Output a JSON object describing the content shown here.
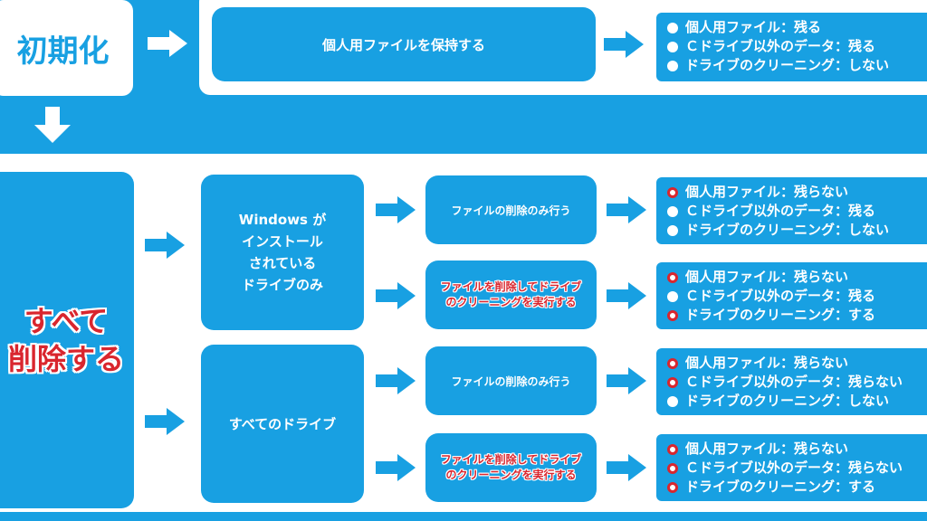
{
  "colors": {
    "blue": "#18a0e2",
    "red": "#d9262e",
    "white": "#ffffff"
  },
  "top": {
    "title": "初期化",
    "option": "個人用ファイルを保持する",
    "result": [
      {
        "marker": "filled",
        "text": "個人用ファイル：残る"
      },
      {
        "marker": "filled",
        "text": "Ｃドライブ以外のデータ：残る"
      },
      {
        "marker": "filled",
        "text": "ドライブのクリーニング：しない"
      }
    ]
  },
  "bottom": {
    "title_line1": "すべて",
    "title_line2": "削除する",
    "branch_a": {
      "label_lines": [
        "Windows が",
        "インストール",
        "されている",
        "ドライブのみ"
      ],
      "opt1": "ファイルの削除のみ行う",
      "opt2_line1": "ファイルを削除してドライブ",
      "opt2_line2": "のクリーニングを実行する",
      "result1": [
        {
          "marker": "ring",
          "text": "個人用ファイル：残らない"
        },
        {
          "marker": "filled",
          "text": "Ｃドライブ以外のデータ：残る"
        },
        {
          "marker": "filled",
          "text": "ドライブのクリーニング：しない"
        }
      ],
      "result2": [
        {
          "marker": "ring",
          "text": "個人用ファイル：残らない"
        },
        {
          "marker": "filled",
          "text": "Ｃドライブ以外のデータ：残る"
        },
        {
          "marker": "ring",
          "text": "ドライブのクリーニング：する"
        }
      ]
    },
    "branch_b": {
      "label": "すべてのドライブ",
      "opt1": "ファイルの削除のみ行う",
      "opt2_line1": "ファイルを削除してドライブ",
      "opt2_line2": "のクリーニングを実行する",
      "result1": [
        {
          "marker": "ring",
          "text": "個人用ファイル：残らない"
        },
        {
          "marker": "ring",
          "text": "Ｃドライブ以外のデータ：残らない"
        },
        {
          "marker": "filled",
          "text": "ドライブのクリーニング：しない"
        }
      ],
      "result2": [
        {
          "marker": "ring",
          "text": "個人用ファイル：残らない"
        },
        {
          "marker": "ring",
          "text": "Ｃドライブ以外のデータ：残らない"
        },
        {
          "marker": "ring",
          "text": "ドライブのクリーニング：する"
        }
      ]
    }
  }
}
